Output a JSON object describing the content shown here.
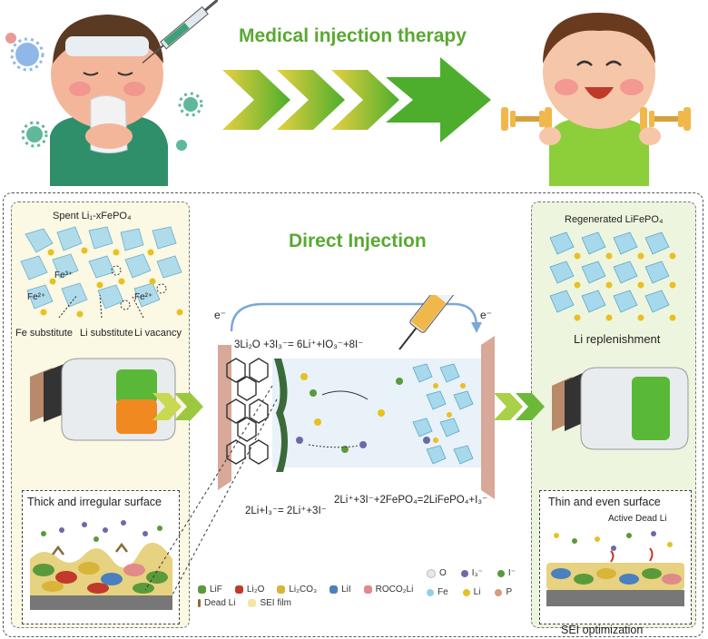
{
  "top_title": "Medical injection therapy",
  "mid_title": "Direct Injection",
  "left_panel": {
    "title": "Spent Li₁-xFePO₄",
    "fe3": "Fe³⁺",
    "fe2a": "Fe²⁺",
    "fe2b": "Fe²⁺",
    "fe_sub": "Fe substitute",
    "li_sub": "Li substitute",
    "li_vac": "Li vacancy"
  },
  "right_panel": {
    "title": "Regenerated LiFePO₄",
    "caption": "Li replenishment"
  },
  "electron_left": "e⁻",
  "electron_right": "e⁻",
  "eq1": "3Li₂O +3I₃⁻= 6Li⁺+IO₃⁻+8I⁻",
  "eq2": "2Li+I₃⁻= 2Li⁺+3I⁻",
  "eq3": "2Li⁺+3I⁻+2FePO₄=2LiFePO₄+I₃⁻",
  "left_inset_title": "Thick and irregular surface",
  "right_inset_title": "Thin and even surface",
  "right_inset_sub": "Active Dead Li",
  "sei_caption": "SEI optimization",
  "legend_left": [
    {
      "label": "LiF",
      "color": "#5a9a3a"
    },
    {
      "label": "Li₂O",
      "color": "#c0392b"
    },
    {
      "label": "Li₂CO₃",
      "color": "#d8b43a"
    },
    {
      "label": "LiI",
      "color": "#4a7fc0"
    },
    {
      "label": "ROCO₂Li",
      "color": "#e08a8a"
    },
    {
      "label": "Dead Li",
      "color": "#8a6a3a"
    },
    {
      "label": "SEI film",
      "color": "#f2e6a6"
    }
  ],
  "legend_right": [
    {
      "label": "O",
      "color": "#e8e8e8"
    },
    {
      "label": "I₃⁻",
      "color": "#6a6aa8"
    },
    {
      "label": "I⁻",
      "color": "#5a9a3a"
    },
    {
      "label": "Fe",
      "color": "#8fd0e8"
    },
    {
      "label": "Li",
      "color": "#e8c020"
    },
    {
      "label": "P",
      "color": "#d89a7a"
    }
  ]
}
